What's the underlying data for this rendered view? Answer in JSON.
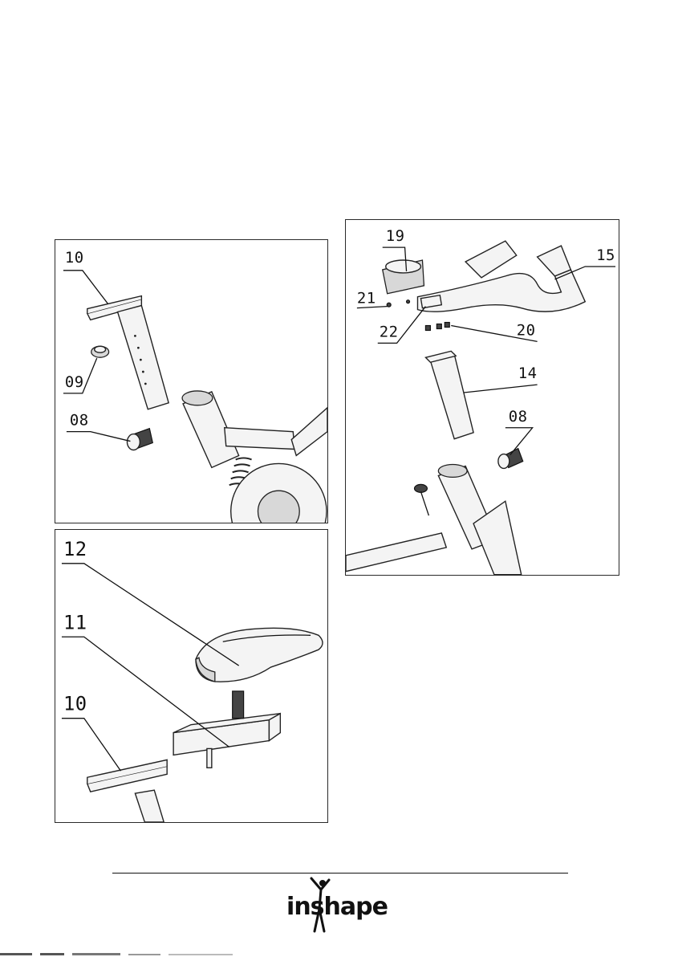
{
  "panels": {
    "seat_post": {
      "labels": {
        "p10": "10",
        "p09": "09",
        "p08": "08"
      }
    },
    "saddle": {
      "labels": {
        "p12": "12",
        "p11": "11",
        "p10": "10"
      }
    },
    "handlebar": {
      "labels": {
        "p19": "19",
        "p15": "15",
        "p21": "21",
        "p22": "22",
        "p20": "20",
        "p14": "14",
        "p08": "08"
      }
    }
  },
  "footer": {
    "brand_left": "in",
    "brand_right": "shape",
    "logo_icon": "silhouette-figure-icon"
  }
}
